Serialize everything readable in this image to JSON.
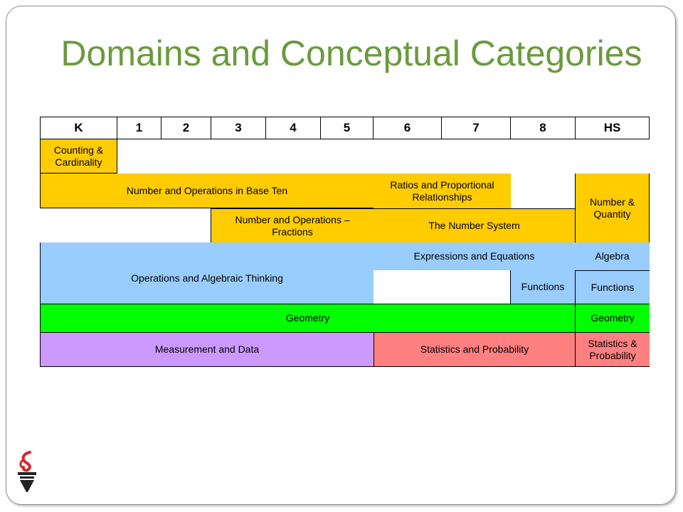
{
  "title": "Domains and Conceptual Categories",
  "headers": [
    "K",
    "1",
    "2",
    "3",
    "4",
    "5",
    "6",
    "7",
    "8",
    "HS"
  ],
  "domains": {
    "counting": "Counting & Cardinality",
    "nbt": "Number and Operations in Base Ten",
    "ratios": "Ratios and Proportional Relationships",
    "number_quantity": "Number & Quantity",
    "fractions": "Number and Operations – Fractions",
    "number_system": "The Number System",
    "oat": "Operations and Algebraic Thinking",
    "expressions": "Expressions and Equations",
    "algebra": "Algebra",
    "functions_8": "Functions",
    "functions_hs": "Functions",
    "geometry": "Geometry",
    "geometry_hs": "Geometry",
    "measurement": "Measurement and Data",
    "stats_prob": "Statistics and Probability",
    "stats_prob_hs": "Statistics & Probability"
  },
  "colors": {
    "title": "#6b9a3e",
    "yellow": "#ffcc00",
    "blue": "#99ccff",
    "green": "#00ff00",
    "purple": "#cc99ff",
    "salmon": "#ff8080",
    "logo": "#d7262b"
  },
  "icons": {
    "logo": "torch-logo-icon"
  }
}
